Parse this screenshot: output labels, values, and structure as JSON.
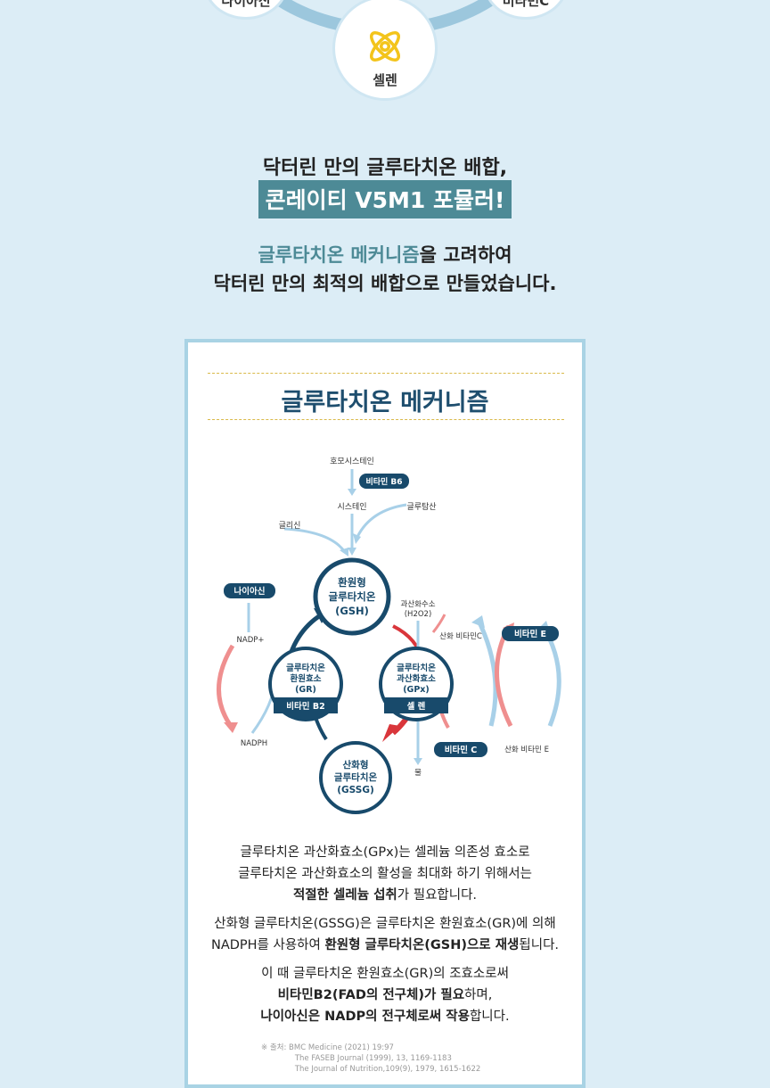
{
  "top": {
    "left_label": "나이아신",
    "right_label": "비타민C",
    "center_label": "셀렌"
  },
  "headline": {
    "line1": "닥터린 만의 글루타치온 배합,",
    "line2": "콘레이티 V5M1 포뮬러!",
    "line3_accent": "글루타치온 메커니즘",
    "line3_rest": "을 고려하여",
    "line4": "닥터린 만의 최적의 배합으로 만들었습니다."
  },
  "card": {
    "title": "글루타치온 메커니즘",
    "diagram": {
      "homocysteine": "호모시스테인",
      "vitb6": "비타민 B6",
      "cysteine": "시스테인",
      "glutamate": "글루탐산",
      "glycine": "글리신",
      "gsh": [
        "환원형",
        "글루타치온",
        "(GSH)"
      ],
      "h2o2": [
        "과산화수소",
        "(H2O2)"
      ],
      "niacin": "나이아신",
      "nadp_plus": "NADP+",
      "nadph": "NADPH",
      "gr": [
        "글루타치온",
        "환원효소",
        "(GR)"
      ],
      "gr_tag": "비타민 B2",
      "gpx": [
        "글루타치온",
        "과산화효소",
        "(GPx)"
      ],
      "gpx_tag": "셀 렌",
      "gssg": [
        "산화형",
        "글루타치온",
        "(GSSG)"
      ],
      "oxidized_vitc": "산화 비타민C",
      "vite": "비타민 E",
      "vitc": "비타민 C",
      "oxidized_vite": "산화 비타민 E",
      "water": "물"
    },
    "para1": {
      "l1": "글루타치온 과산화효소(GPx)는 셀레늄 의존성 효소로",
      "l2": "글루타치온 과산화효소의 활성을 최대화 하기 위해서는",
      "l3_bold": "적절한 셀레늄 섭취",
      "l3_rest": "가 필요합니다."
    },
    "para2": {
      "l1": "산화형 글루타치온(GSSG)은 글루타치온 환원효소(GR)에 의해",
      "l2_pre": "NADPH를 사용하여 ",
      "l2_bold": "환원형 글루타치온(GSH)으로 재생",
      "l2_rest": "됩니다."
    },
    "para3": {
      "l1": "이 때 글루타치온 환원효소(GR)의 조효소로써",
      "l2_bold": "비타민B2(FAD의 전구체)가 필요",
      "l2_rest": "하며,",
      "l3_bold": "나이아신은 NADP의 전구체로써 작용",
      "l3_rest": "합니다."
    },
    "source": "※ 출처: BMC Medicine (2021) 19:97\n              The FASEB Journal (1999), 13, 1169-1183\n              The Journal of Nutrition,109(9), 1979, 1615-1622"
  },
  "colors": {
    "navy": "#184a6b",
    "teal": "#4d8a96",
    "arrow_blue": "#a8d0e8",
    "arrow_red": "#ef8f8f",
    "red": "#d9363b"
  }
}
